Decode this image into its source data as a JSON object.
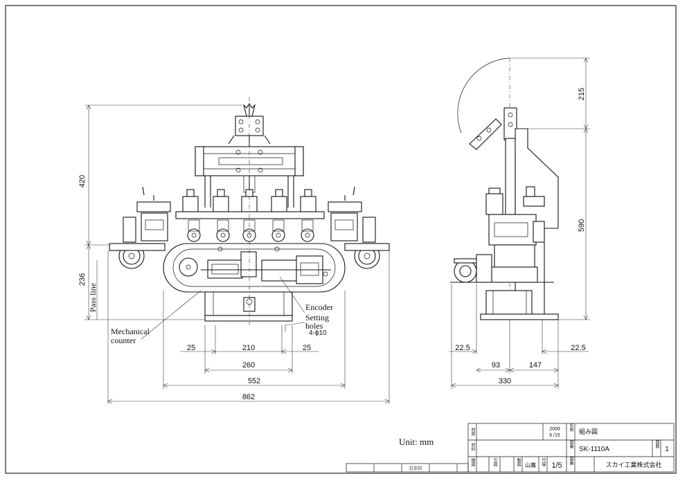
{
  "labels": {
    "pass_line": "Pass line",
    "encoder": "Encoder",
    "setting_holes_1": "Setting",
    "setting_holes_2": "holes",
    "setting_holes_spec": "4-ϕ10",
    "mech_counter_1": "Mechanical",
    "mech_counter_2": "counter",
    "unit": "Unit: mm"
  },
  "front_dims": {
    "d420": "420",
    "d236": "236",
    "d25a": "25",
    "d210": "210",
    "d25b": "25",
    "d260": "260",
    "d552": "552",
    "d862": "862"
  },
  "side_dims": {
    "d215": "215",
    "d590": "590",
    "d22_5a": "22.5",
    "d22_5b": "22.5",
    "d93": "93",
    "d147": "147",
    "d330": "330"
  },
  "title_block": {
    "date_year": "2009",
    "date_md": "6 /15",
    "drawing_name": "組み図",
    "drawing_number": "SK-1110A",
    "sheet_no": "1",
    "scale_label": "尺度",
    "scale": "1/5",
    "company": "スカイ工業株式会社",
    "drafter": "山蕗",
    "cells": {
      "material": "材質",
      "material2": "材料",
      "inspect": "検図",
      "copy": "写図",
      "design": "製図",
      "name_label": "名称",
      "number_label": "図番",
      "num_label": "図数",
      "revision": "訂正印",
      "sheet_label": "図番"
    }
  }
}
